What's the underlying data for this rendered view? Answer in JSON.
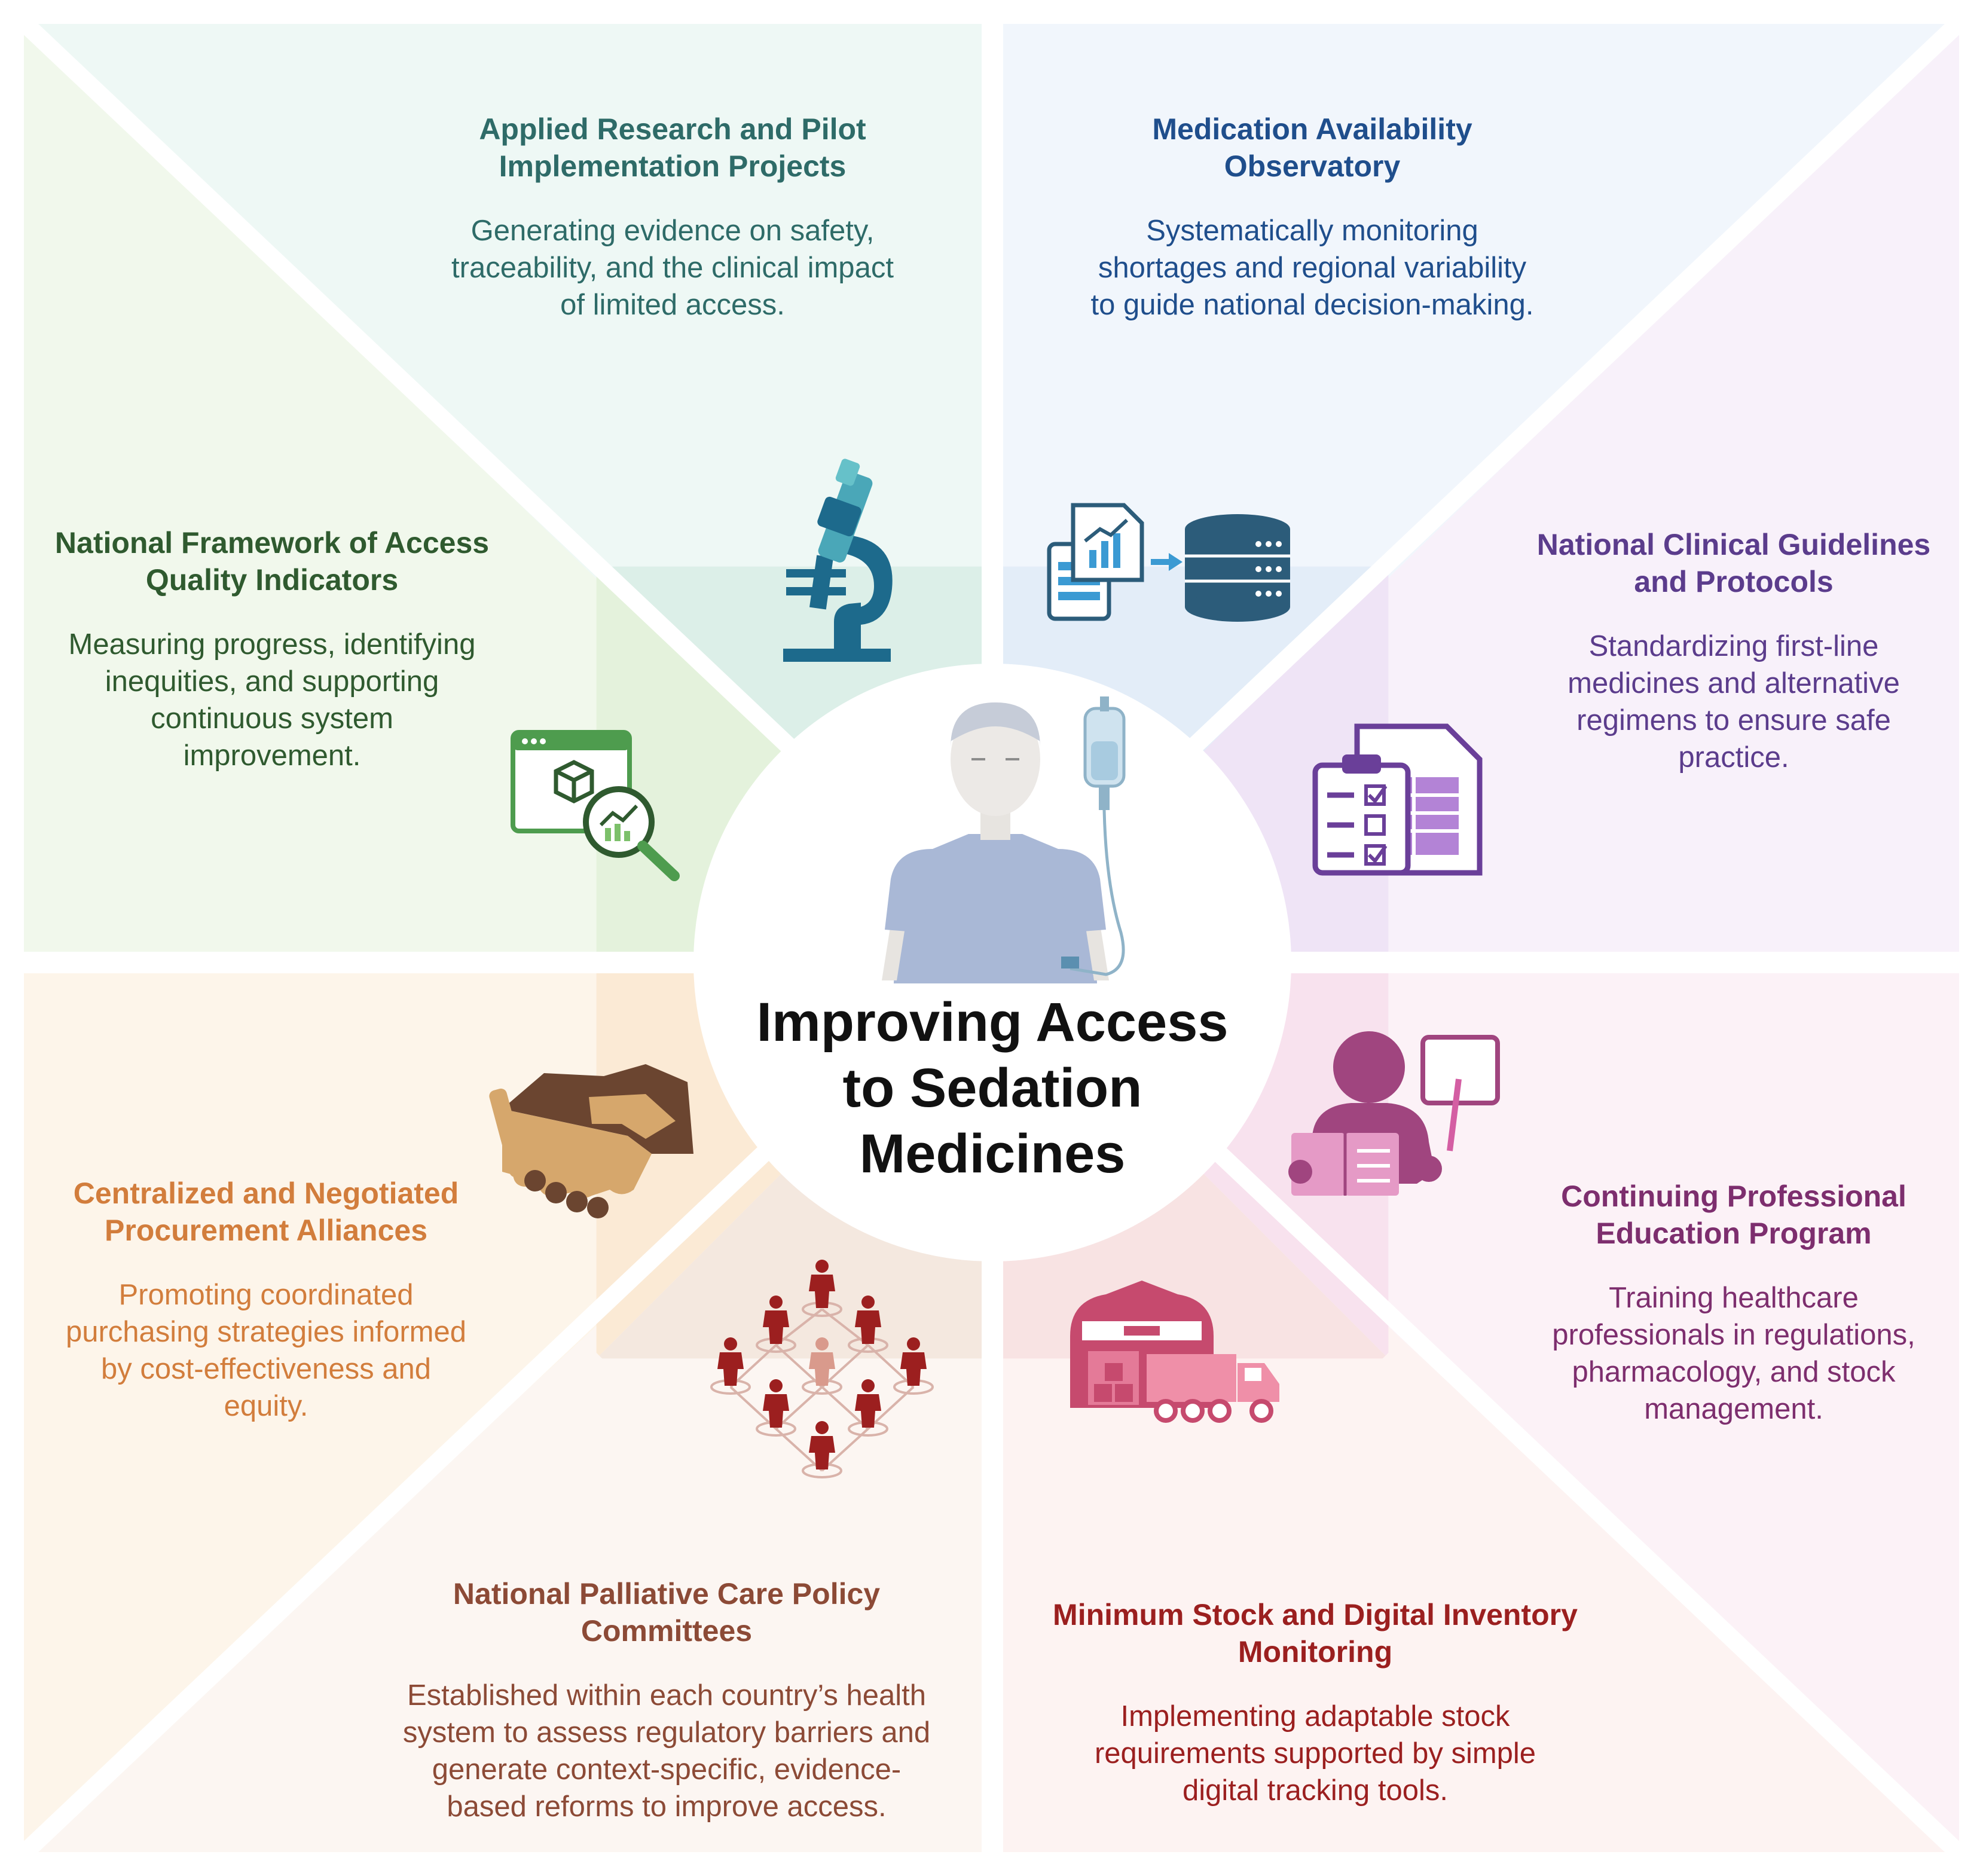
{
  "center": {
    "title_line1": "Improving Access",
    "title_line2": "to Sedation",
    "title_line3": "Medicines"
  },
  "segments": [
    {
      "key": "research",
      "title_lines": [
        "Applied Research and Pilot",
        "Implementation Projects"
      ],
      "desc_lines": [
        "Generating evidence on safety,",
        "traceability, and the clinical impact",
        "of limited access."
      ],
      "color": "#2e6b68",
      "icon": "microscope-icon"
    },
    {
      "key": "observatory",
      "title_lines": [
        "Medication Availability",
        "Observatory"
      ],
      "desc_lines": [
        "Systematically monitoring",
        "shortages and regional variability",
        "to guide national decision-making."
      ],
      "color": "#1f4e8c",
      "icon": "data-transfer-icon"
    },
    {
      "key": "guidelines",
      "title_lines": [
        "National Clinical Guidelines",
        "and Protocols"
      ],
      "desc_lines": [
        "Standardizing first-line",
        "medicines and alternative",
        "regimens to ensure safe",
        "practice."
      ],
      "color": "#5b3c8c",
      "icon": "clipboard-checklist-icon"
    },
    {
      "key": "education",
      "title_lines": [
        "Continuing Professional",
        "Education Program"
      ],
      "desc_lines": [
        "Training healthcare",
        "professionals in regulations,",
        "pharmacology, and stock",
        "management."
      ],
      "color": "#7d2e6e",
      "icon": "teacher-icon"
    },
    {
      "key": "stock",
      "title_lines": [
        "Minimum Stock and Digital Inventory",
        "Monitoring"
      ],
      "desc_lines": [
        "Implementing adaptable stock",
        "requirements supported by simple",
        "digital tracking tools."
      ],
      "color": "#9b1f1f",
      "icon": "warehouse-truck-icon"
    },
    {
      "key": "committees",
      "title_lines": [
        "National Palliative Care Policy",
        "Committees"
      ],
      "desc_lines": [
        "Established within each country’s health",
        "system to assess regulatory barriers and",
        "generate context-specific, evidence-",
        "based reforms to improve access."
      ],
      "color": "#8c4a36",
      "icon": "people-network-icon"
    },
    {
      "key": "procurement",
      "title_lines": [
        "Centralized and Negotiated",
        "Procurement Alliances"
      ],
      "desc_lines": [
        "Promoting coordinated",
        "purchasing strategies informed",
        "by cost-effectiveness and",
        "equity."
      ],
      "color": "#d27d3c",
      "icon": "handshake-icon"
    },
    {
      "key": "indicators",
      "title_lines": [
        "National Framework of Access",
        "Quality Indicators"
      ],
      "desc_lines": [
        "Measuring progress, identifying",
        "inequities, and supporting",
        "continuous system",
        "improvement."
      ],
      "color": "#2f5a2f",
      "icon": "analytics-magnifier-icon"
    }
  ],
  "palette": {
    "research_bg": "#eef8f5",
    "research_ring": "#dcefe8",
    "observatory_bg": "#f1f6fc",
    "observatory_ring": "#e3edf8",
    "guidelines_bg": "#f8f1fa",
    "guidelines_ring": "#efe4f6",
    "education_bg": "#fcf2f7",
    "education_ring": "#f8e2ee",
    "stock_bg": "#fdf3f2",
    "stock_ring": "#f8e3e3",
    "committees_bg": "#fcf6f2",
    "committees_ring": "#f4e8df",
    "procurement_bg": "#fdf5ea",
    "procurement_ring": "#fbead5",
    "indicators_bg": "#f1f8ec",
    "indicators_ring": "#e4f2dc"
  }
}
